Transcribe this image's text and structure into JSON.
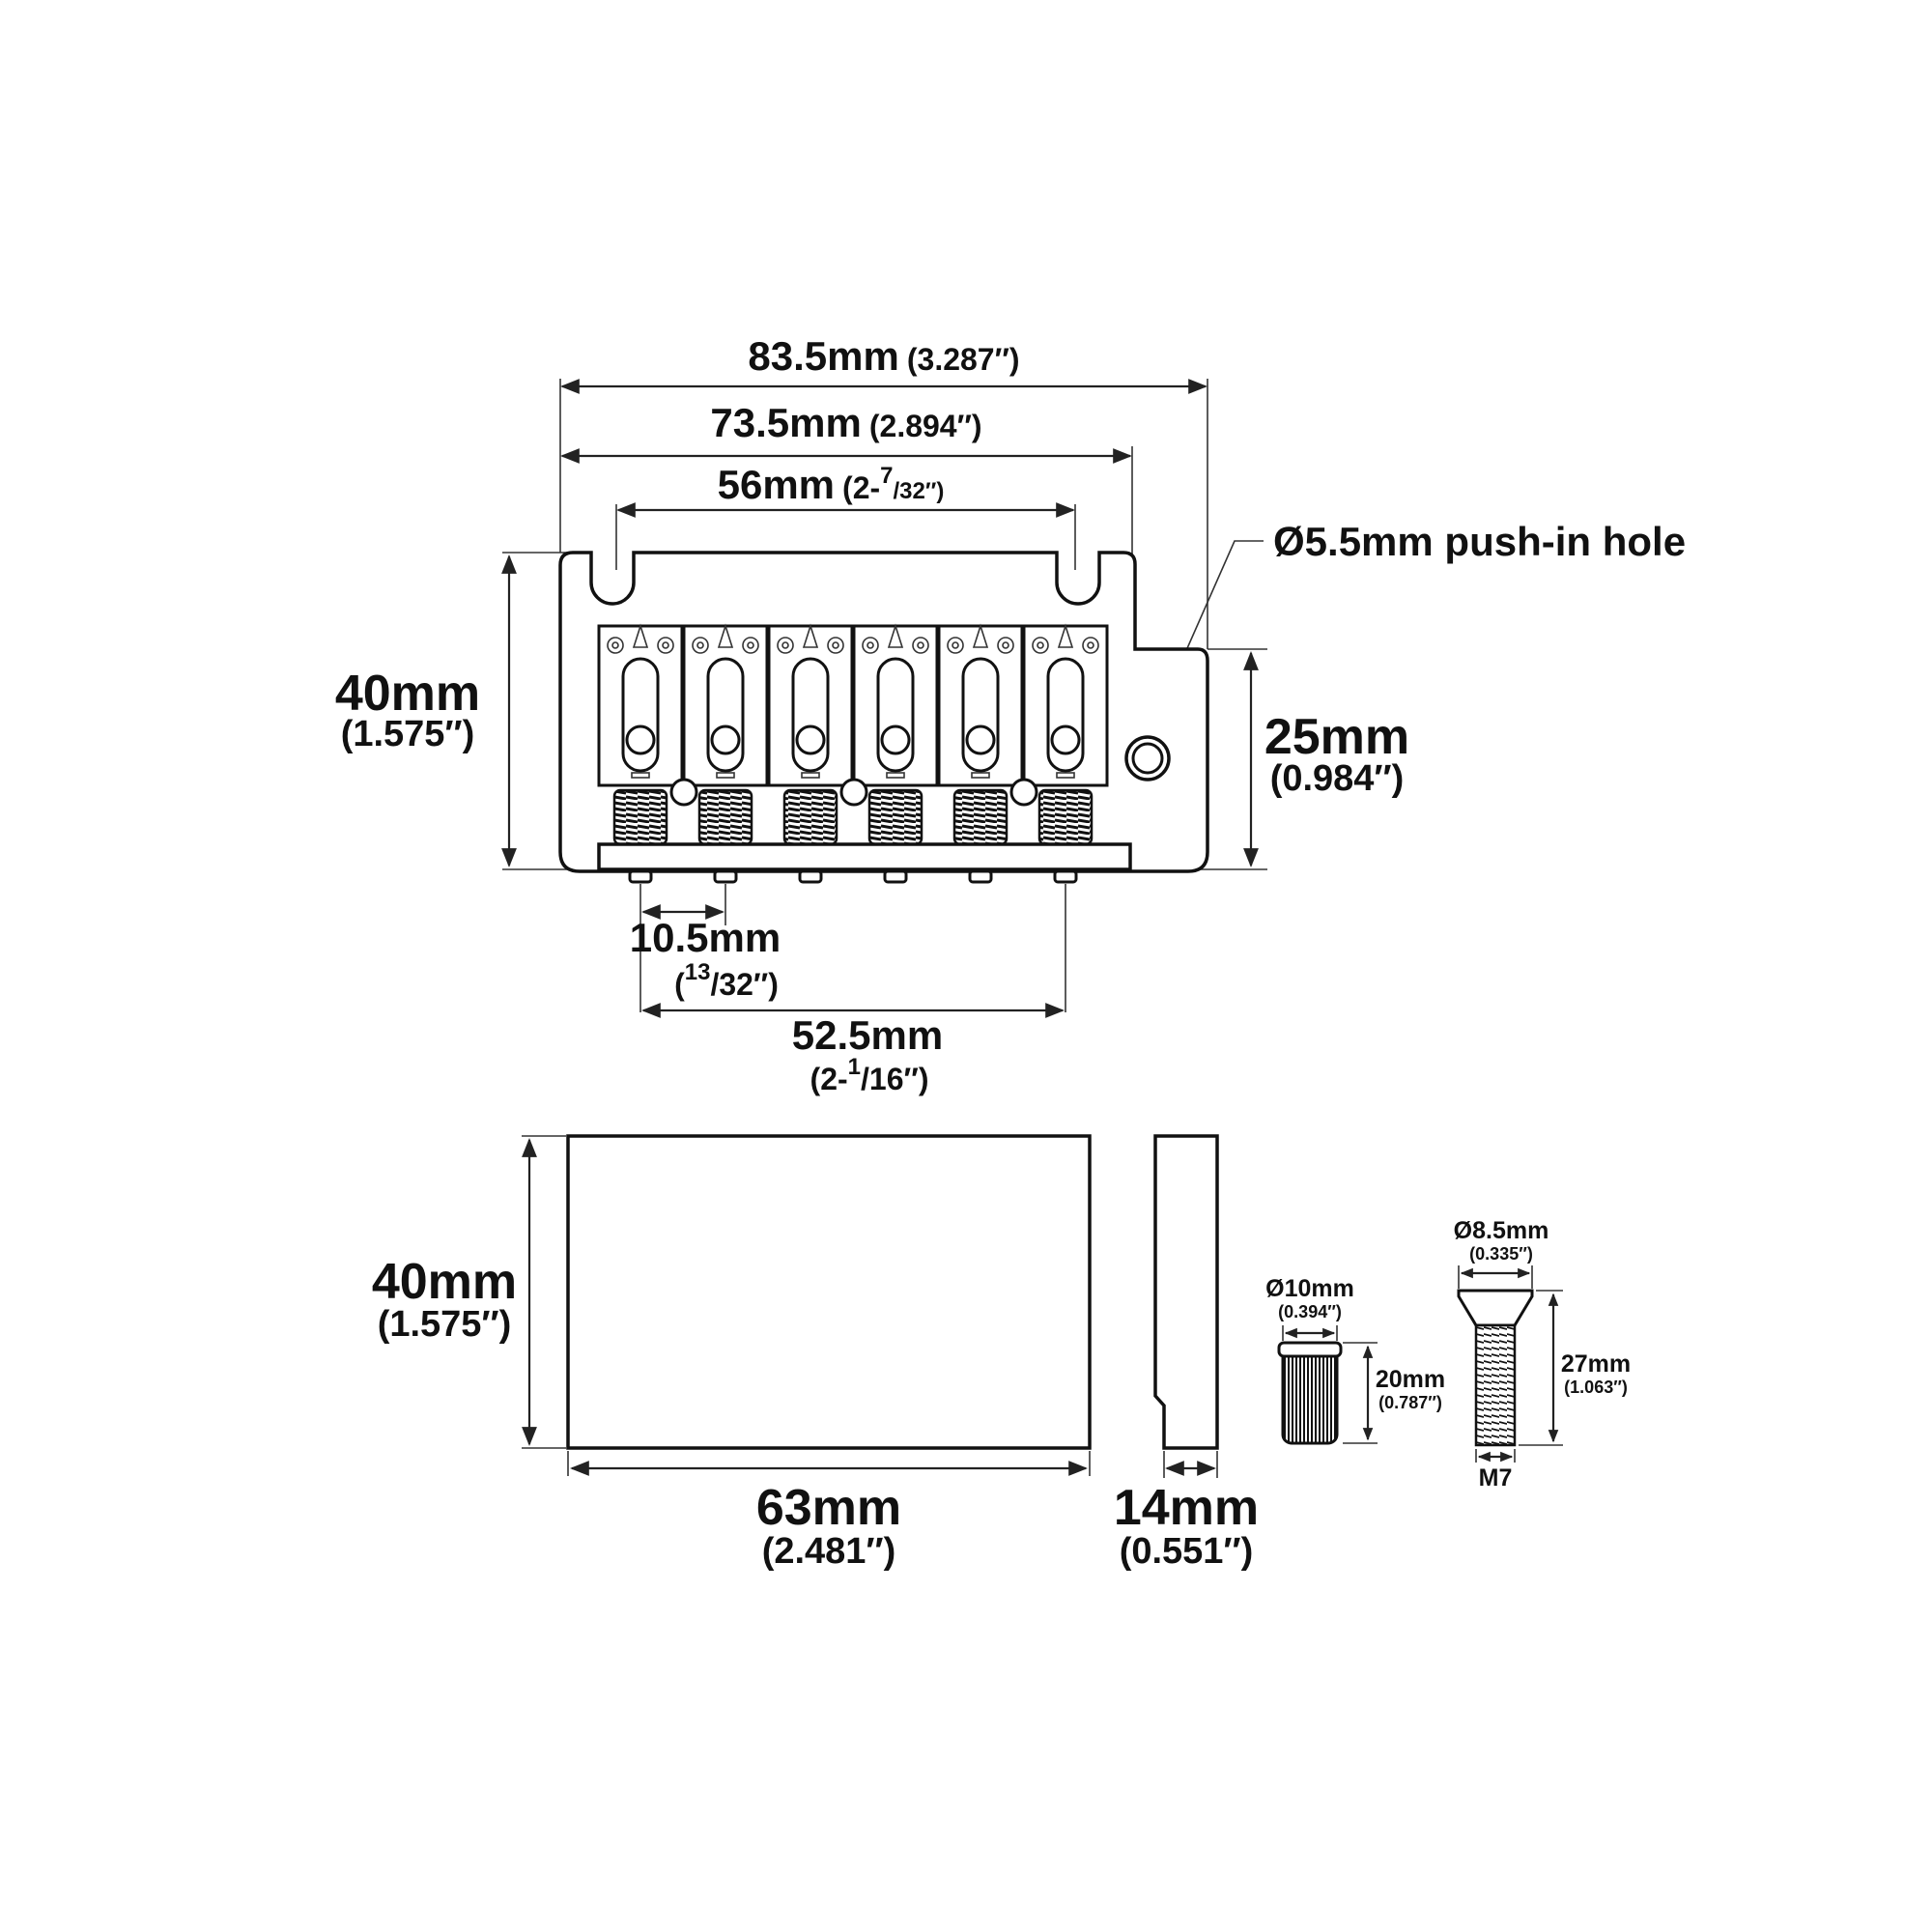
{
  "bridge_top": {
    "overall_width": {
      "mm": "83.5mm",
      "inch": "(3.287″)"
    },
    "body_width": {
      "mm": "73.5mm",
      "inch": "(2.894″)"
    },
    "mount_spacing": {
      "mm": "56mm",
      "inch_open": "(2-",
      "inch_num": "7",
      "inch_den": "/32″)"
    },
    "push_in_hole": "Ø5.5mm push-in hole",
    "height": {
      "mm": "40mm",
      "inch": "(1.575″)"
    },
    "arm_height": {
      "mm": "25mm",
      "inch": "(0.984″)"
    },
    "string_spacing": {
      "mm": "10.5mm",
      "inch_open": "(",
      "inch_num": "13",
      "inch_den": "/32″)"
    },
    "outer_spacing": {
      "mm": "52.5mm",
      "inch_open": "(2-",
      "inch_num": "1",
      "inch_den": "/16″)"
    }
  },
  "tremolo_block": {
    "front_height": {
      "mm": "40mm",
      "inch": "(1.575″)"
    },
    "front_width": {
      "mm": "63mm",
      "inch": "(2.481″)"
    },
    "side_depth": {
      "mm": "14mm",
      "inch": "(0.551″)"
    }
  },
  "ferrule": {
    "diameter": {
      "mm": "Ø10mm",
      "inch": "(0.394″)"
    },
    "length": {
      "mm": "20mm",
      "inch": "(0.787″)"
    }
  },
  "screw": {
    "diameter": {
      "mm": "Ø8.5mm",
      "inch": "(0.335″)"
    },
    "length": {
      "mm": "27mm",
      "inch": "(1.063″)"
    },
    "thread": "M7"
  }
}
